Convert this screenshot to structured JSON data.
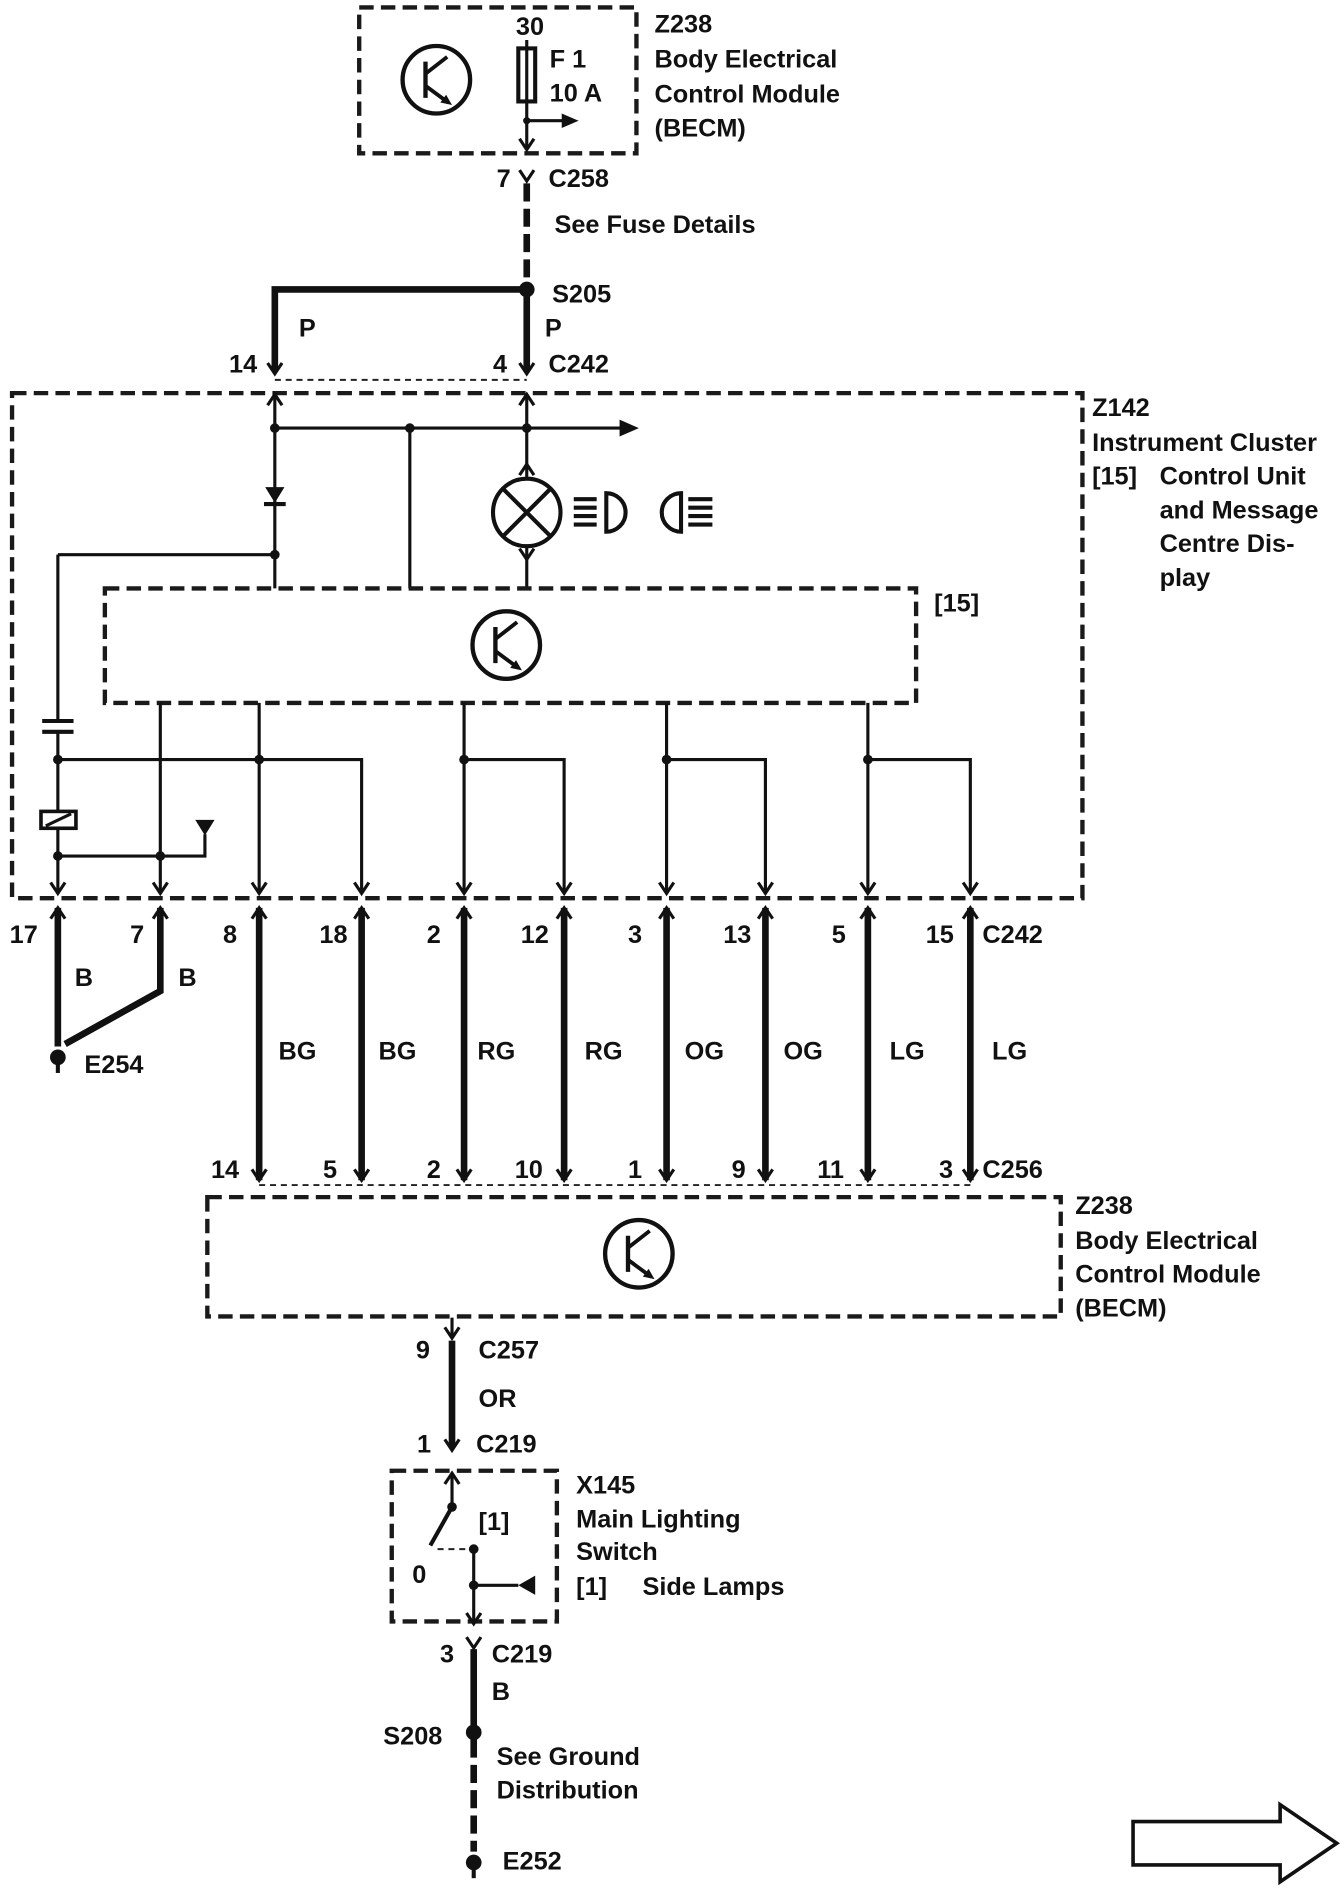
{
  "colors": {
    "ink": "#111111",
    "paper": "#ffffff"
  },
  "becm_top": {
    "ref": "Z238",
    "lines": [
      "Body Electrical",
      "Control Module",
      "(BECM)"
    ],
    "fuse": {
      "terminal": "30",
      "name": "F 1",
      "rating": "10 A"
    }
  },
  "c258": {
    "pin": "7",
    "ref": "C258",
    "note": "See Fuse Details"
  },
  "s205": {
    "ref": "S205",
    "wire_colors": [
      "P",
      "P"
    ]
  },
  "c242_top": {
    "pins": [
      "14",
      "4"
    ],
    "ref": "C242"
  },
  "cluster": {
    "ref": "Z142",
    "title": "Instrument Cluster",
    "items": [
      {
        "tag": "[15]",
        "lines": [
          "Control Unit",
          "and Message",
          "Centre Dis-",
          "play"
        ]
      }
    ],
    "inner_tag": "[15]"
  },
  "c242_bottom": {
    "pins": [
      "17",
      "7",
      "8",
      "18",
      "2",
      "12",
      "3",
      "13",
      "5",
      "15"
    ],
    "ref": "C242"
  },
  "e254": {
    "wire_colors": [
      "B",
      "B"
    ],
    "ref": "E254"
  },
  "harness": {
    "wire_colors": [
      "BG",
      "BG",
      "RG",
      "RG",
      "OG",
      "OG",
      "LG",
      "LG"
    ]
  },
  "c256": {
    "pins": [
      "14",
      "5",
      "2",
      "10",
      "1",
      "9",
      "11",
      "3"
    ],
    "ref": "C256"
  },
  "becm_bottom": {
    "ref": "Z238",
    "lines": [
      "Body Electrical",
      "Control Module",
      "(BECM)"
    ]
  },
  "c257": {
    "pin": "9",
    "ref": "C257",
    "wire_color": "OR"
  },
  "c219_top": {
    "pin": "1",
    "ref": "C219"
  },
  "x145": {
    "ref": "X145",
    "lines": [
      "Main Lighting",
      "Switch"
    ],
    "items": [
      {
        "tag": "[1]",
        "label": "Side Lamps"
      }
    ],
    "switch_positions": [
      "[1]",
      "0"
    ]
  },
  "c219_bottom": {
    "pin": "3",
    "ref": "C219",
    "wire_color": "B"
  },
  "s208": {
    "ref": "S208",
    "note_lines": [
      "See Ground",
      "Distribution"
    ]
  },
  "e252": {
    "ref": "E252"
  }
}
